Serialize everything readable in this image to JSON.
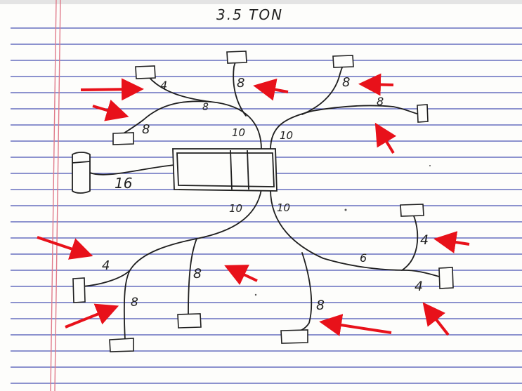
{
  "page_title": "3.5 TON",
  "colors": {
    "paper": "#fdfdfb",
    "rule_line": "#2a36a8",
    "margin_line": "#e07a8a",
    "ink": "#1f1f1f",
    "arrow": "#e8111a"
  },
  "trunk": {
    "label": "16"
  },
  "branches": [
    {
      "id": "upper-left-main",
      "label": "10"
    },
    {
      "id": "upper-right-main",
      "label": "10"
    },
    {
      "id": "lower-left-main",
      "label": "10"
    },
    {
      "id": "lower-right-main",
      "label": "10"
    }
  ],
  "runs": [
    {
      "id": "run-ul-top",
      "label": "4"
    },
    {
      "id": "run-ul-mid",
      "label": "8"
    },
    {
      "id": "run-ul-bottom",
      "label": "8"
    },
    {
      "id": "run-top-center",
      "label": "8"
    },
    {
      "id": "run-ur-top",
      "label": "8"
    },
    {
      "id": "run-ur-right",
      "label": "8"
    },
    {
      "id": "run-ll-left",
      "label": "4"
    },
    {
      "id": "run-ll-bottom",
      "label": "8"
    },
    {
      "id": "run-ll-center",
      "label": "8"
    },
    {
      "id": "run-lr-center",
      "label": "8"
    },
    {
      "id": "run-lr-6",
      "label": "6"
    },
    {
      "id": "run-lr-top",
      "label": "4"
    },
    {
      "id": "run-lr-bottom",
      "label": "4"
    }
  ]
}
